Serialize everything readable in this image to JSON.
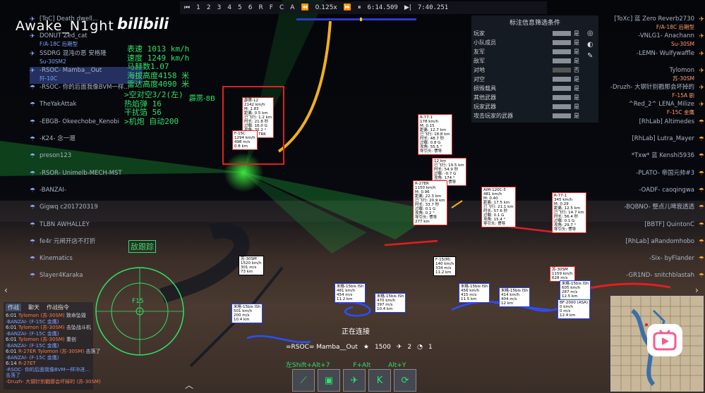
{
  "watermark": {
    "channel": "Awake_N1ght",
    "logo": "bilibili"
  },
  "replay_bar": {
    "items": [
      "1",
      "2",
      "3",
      "4",
      "5",
      "6",
      "R",
      "F",
      "C",
      "A"
    ],
    "speed": "0.125x",
    "time_current": "6:14.509",
    "time_total": "7:40.251"
  },
  "flight_stats": {
    "lines": [
      "表速 1013 km/h",
      "速度 1249 km/h",
      "马赫数1.07",
      "海拔高度4158 米",
      "雷达高度4090 米"
    ],
    "weapons": [
      ">空对空3/2(左)",
      "热焰弹 16",
      "干扰箔 56",
      ">机炮 自动200"
    ],
    "lock_label": "霹雳-8B"
  },
  "left_players": [
    {
      "name": "[ToC] Death dwell...",
      "sub": "",
      "icon": "plane"
    },
    {
      "name": "DONUT Zed_cat",
      "sub": "F/A-18C 后期型",
      "icon": "plane"
    },
    {
      "name": "SSDRG 混沌の恶 安格隆",
      "sub": "Su-30SM2",
      "icon": "plane"
    },
    {
      "name": "-RSOC- Mamba__Out",
      "sub": "歼-10C",
      "icon": "plane"
    },
    {
      "name": "-RSOC- 你的后面我像BVM一样...",
      "sub": "",
      "icon": "chute"
    },
    {
      "name": "TheYakAttak",
      "sub": "",
      "icon": "chute"
    },
    {
      "name": "-EBGB- Okeechobe_Kenobi",
      "sub": "",
      "icon": "chute"
    },
    {
      "name": "-K24- 念一逦",
      "sub": "",
      "icon": "chute"
    },
    {
      "name": "preson123",
      "sub": "",
      "icon": "chute"
    },
    {
      "name": "-RSOR- Unimelb-MECH-MST",
      "sub": "",
      "icon": "chute"
    },
    {
      "name": "-BANZAI-",
      "sub": "",
      "icon": "chute"
    },
    {
      "name": "Gigwq c201720319",
      "sub": "",
      "icon": "chute"
    },
    {
      "name": "TLBN AWHALLEY",
      "sub": "",
      "icon": "chute"
    },
    {
      "name": "fe4r 元闸开店不打折",
      "sub": "",
      "icon": "chute"
    },
    {
      "name": "Kinematics",
      "sub": "",
      "icon": "chute"
    },
    {
      "name": "Slayer4Karaka",
      "sub": "",
      "icon": "chute"
    }
  ],
  "right_players": [
    {
      "name": "[ToXc] 蓝 Zero Reverb2730",
      "sub": "F/A-18C 后期型",
      "icon": "plane"
    },
    {
      "name": "-VNLG1- Anachann",
      "sub": "Su-30SM",
      "icon": "plane"
    },
    {
      "name": "-LEMN- Wulfywaffle",
      "sub": "",
      "icon": "plane"
    },
    {
      "name": "Tylomon",
      "sub": "苏-30SM",
      "icon": "plane"
    },
    {
      "name": "-Druzh- 大钢针别戳那会坏掉的",
      "sub": "F-15A 剧",
      "icon": "plane"
    },
    {
      "name": "^Red_2^ LENA_Milize",
      "sub": "F-15C 金鹰",
      "icon": "plane"
    },
    {
      "name": "[RhLab] Altimedes",
      "sub": "",
      "icon": "chute"
    },
    {
      "name": "[RhLab] Lutra_Mayer",
      "sub": "",
      "icon": "chute"
    },
    {
      "name": "*Txw* 蓝 Kenshi5936",
      "sub": "",
      "icon": "chute"
    },
    {
      "name": "-PLATO- 帝国元帅#3",
      "sub": "",
      "icon": "chute"
    },
    {
      "name": "-OADF- caoqingwa",
      "sub": "",
      "icon": "chute"
    },
    {
      "name": "-BQBNO- 整点儿啤我透透",
      "sub": "",
      "icon": "chute"
    },
    {
      "name": "[BBTF] QuintonC",
      "sub": "",
      "icon": "chute"
    },
    {
      "name": "[RhLab] aRandomhobo",
      "sub": "",
      "icon": "chute"
    },
    {
      "name": "-Six- byFlander",
      "sub": "",
      "icon": "chute"
    },
    {
      "name": "-GR1ND- snitchblastah",
      "sub": "",
      "icon": "chute"
    }
  ],
  "filter_panel": {
    "title": "标注信息筛选条件",
    "rows": [
      {
        "label": "玩家",
        "value": "是",
        "on": true
      },
      {
        "label": "小队成员",
        "value": "是",
        "on": true
      },
      {
        "label": "友军",
        "value": "是",
        "on": true
      },
      {
        "label": "敌军",
        "value": "是",
        "on": true
      },
      {
        "label": "对地",
        "value": "否",
        "on": false
      },
      {
        "label": "对空",
        "value": "是",
        "on": true
      },
      {
        "label": "损毁载具",
        "value": "是",
        "on": true
      },
      {
        "label": "其他武器",
        "value": "是",
        "on": true
      },
      {
        "label": "玩家武器",
        "value": "是",
        "on": true
      },
      {
        "label": "攻击玩家的武器",
        "value": "是",
        "on": true
      }
    ]
  },
  "info_tags": [
    {
      "id": "t1",
      "style": "red",
      "lines": [
        "霹雳-12",
        "2142 km/h",
        "M: 1.83",
        "距离: 0.5 km",
        "已飞行: 1.2 km",
        "时长: 21.8 秒",
        "过载: 16.0 G",
        "攻角: 35.2 °",
        "导引头: TRK"
      ]
    },
    {
      "id": "t2",
      "style": "red",
      "lines": [
        "F-15C",
        "1294 km/h",
        "498 m/s",
        "0.8 km"
      ]
    },
    {
      "id": "t3",
      "style": "red",
      "lines": [
        "R-77-1",
        "178 km/h",
        "M: 0.15",
        "距离: 12.7 km",
        "已飞行: 18.8 km",
        "时长: 48.7 秒",
        "过载: 0.8 G",
        "攻角: 55.5 °",
        "导引头: 惯导"
      ]
    },
    {
      "id": "t4",
      "style": "red",
      "lines": [
        "12 km",
        "已飞行: 19.5 km",
        "时长: 54.9 秒",
        "过载: -0.7 G",
        "攻角: 174 °",
        "导引头: 惯导"
      ]
    },
    {
      "id": "t5",
      "style": "red",
      "lines": [
        "R-27ER",
        "1150 km/h",
        "M: 0.96",
        "距离: 22.3 km",
        "已飞行: 20.9 km",
        "时长: 33.7 秒",
        "过载: 0.1 G",
        "攻角: 0.2 °",
        "导引头: 惯导",
        "277 km"
      ]
    },
    {
      "id": "t6",
      "style": "red",
      "lines": [
        "AIM-120C-5",
        "481 km/h",
        "M: 0.40",
        "距离: 17.5 km",
        "已飞行: 21.1 km",
        "时长: 57.6 秒",
        "过载: 0.1 G",
        "攻角: 15.4 °",
        "导引头: 惯导"
      ]
    },
    {
      "id": "t7",
      "style": "red",
      "lines": [
        "R-77-1",
        "345 km/h",
        "M: 0.29",
        "距离: 12.5 km",
        "已飞行: 14.7 km",
        "时长: 56.4 秒",
        "过载: 0.1 G",
        "攻角: 29.7 °",
        "导引头: 惯导"
      ]
    },
    {
      "id": "t8",
      "style": "dark",
      "lines": [
        "苏-30SM",
        "1520 km/h",
        "301 m/s",
        "73 km"
      ]
    },
    {
      "id": "t9",
      "style": "dark",
      "lines": [
        "F-15(M)",
        "140 km/h",
        "334 m/s",
        "11.2 km"
      ]
    },
    {
      "id": "t10",
      "style": "blue",
      "lines": [
        "米格-15bis ISh",
        "481 km/h",
        "454 m/s",
        "11.2 km"
      ]
    },
    {
      "id": "t11",
      "style": "blue",
      "lines": [
        "米格-15bis ISh",
        "470 km/h",
        "397 m/s",
        "10.4 km"
      ]
    },
    {
      "id": "t12",
      "style": "blue",
      "lines": [
        "米格-15bis ISh",
        "456 km/h",
        "415 m/s",
        "11.5 km"
      ]
    },
    {
      "id": "t13",
      "style": "blue",
      "lines": [
        "米格-15bis ISh",
        "414 km/h",
        "404 m/s",
        "12 km"
      ]
    },
    {
      "id": "t14",
      "style": "blue",
      "lines": [
        "米格-15bis ISh",
        "501 km/h",
        "200 m/s",
        "10.4 km"
      ]
    },
    {
      "id": "t15",
      "style": "red",
      "lines": [
        "苏-30SM",
        "1159 km/h",
        "628 m/s"
      ]
    },
    {
      "id": "t16",
      "style": "blue",
      "lines": [
        "米格-15bis ISh",
        "605 km/h",
        "287 m/s",
        "12.5 km"
      ]
    },
    {
      "id": "t17",
      "style": "blue",
      "lines": [
        "BF-2000 (ASA)",
        "0 km/h",
        "0 m/s",
        "12.4 km"
      ]
    }
  ],
  "radar": {
    "track_label": "敌跟踪",
    "target_label": "F15"
  },
  "chat": {
    "tabs": [
      "作战",
      "聊天",
      "作战指令"
    ],
    "lines": [
      {
        "time": "6:01",
        "a": "Tylomon (苏-30SM)",
        "verb": "致命坠毁",
        "b": ""
      },
      {
        "time": "",
        "a": "",
        "verb": "",
        "b": "-BANZAI- (F-15C 金鹰)"
      },
      {
        "time": "6:01",
        "a": "Tylomon (苏-30SM)",
        "verb": "击坠战斗机",
        "b": ""
      },
      {
        "time": "",
        "a": "",
        "verb": "",
        "b": "-BANZAI- (F-15C 金鹰)"
      },
      {
        "time": "6:01",
        "a": "Tylomon (苏-30SM)",
        "verb": "重创",
        "b": ""
      },
      {
        "time": "",
        "a": "",
        "verb": "",
        "b": "-BANZAI- (F-15C 金鹰)"
      },
      {
        "time": "6:01",
        "a": "R-27ER Tylomon (苏-30SM)",
        "verb": "击落了",
        "b": ""
      },
      {
        "time": "",
        "a": "",
        "verb": "",
        "b": "-BANZAI- (F-15C 金鹰)"
      },
      {
        "time": "6:14",
        "a": "R-27ET",
        "verb": "",
        "b": ""
      },
      {
        "time": "",
        "a": "",
        "verb": "",
        "b": "-RSOC- 你的后面我像BVM一样冲进..."
      },
      {
        "time": "",
        "a": "",
        "verb": "",
        "b": "击落了"
      },
      {
        "time": "",
        "a": "-Druzh- 大钢针别戳那会坏掉的 (苏-30SM)",
        "verb": "",
        "b": ""
      }
    ]
  },
  "bottom": {
    "connecting": "正在连接",
    "player": "=RSOC= Mamba__Out",
    "score": "1500",
    "planes": "2",
    "lives": "1",
    "hotkey1": "左Shift+Alt+7",
    "hotkey2": "F+Alt",
    "hotkey3": "Alt+Y"
  },
  "colors": {
    "hud_green": "#2fe06a",
    "enemy_red": "#e02020",
    "ally_blue": "#2340ff",
    "missile_yellow": "#f0b020"
  }
}
